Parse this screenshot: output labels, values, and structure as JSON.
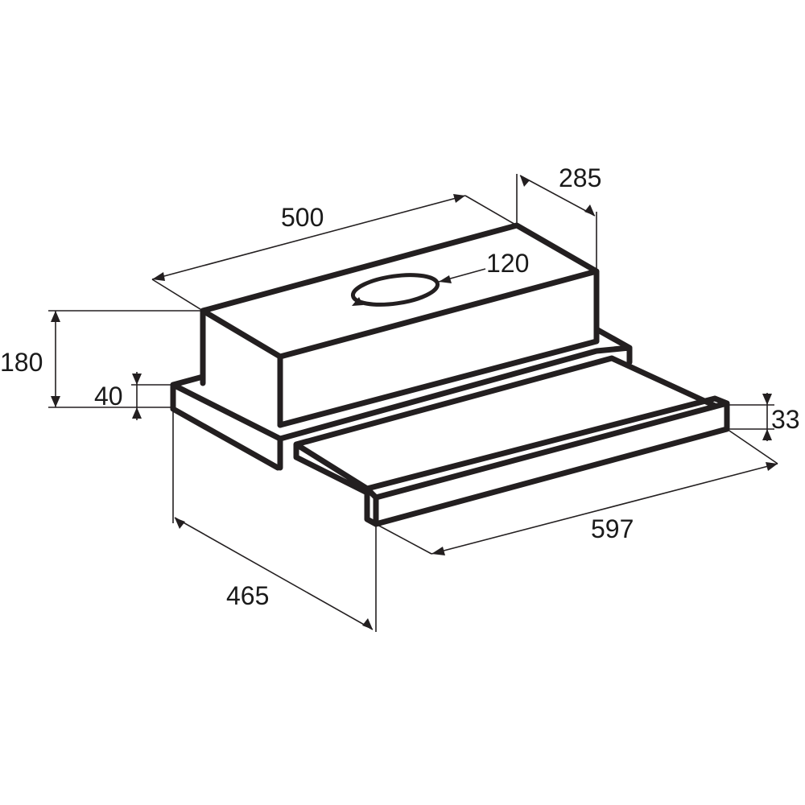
{
  "dimensions": {
    "top_length": "500",
    "top_depth": "285",
    "outlet_diameter": "120",
    "total_height": "180",
    "base_height": "40",
    "front_panel_height": "33",
    "front_width": "597",
    "total_depth": "465"
  },
  "colors": {
    "line": "#231f20",
    "background": "#ffffff"
  }
}
